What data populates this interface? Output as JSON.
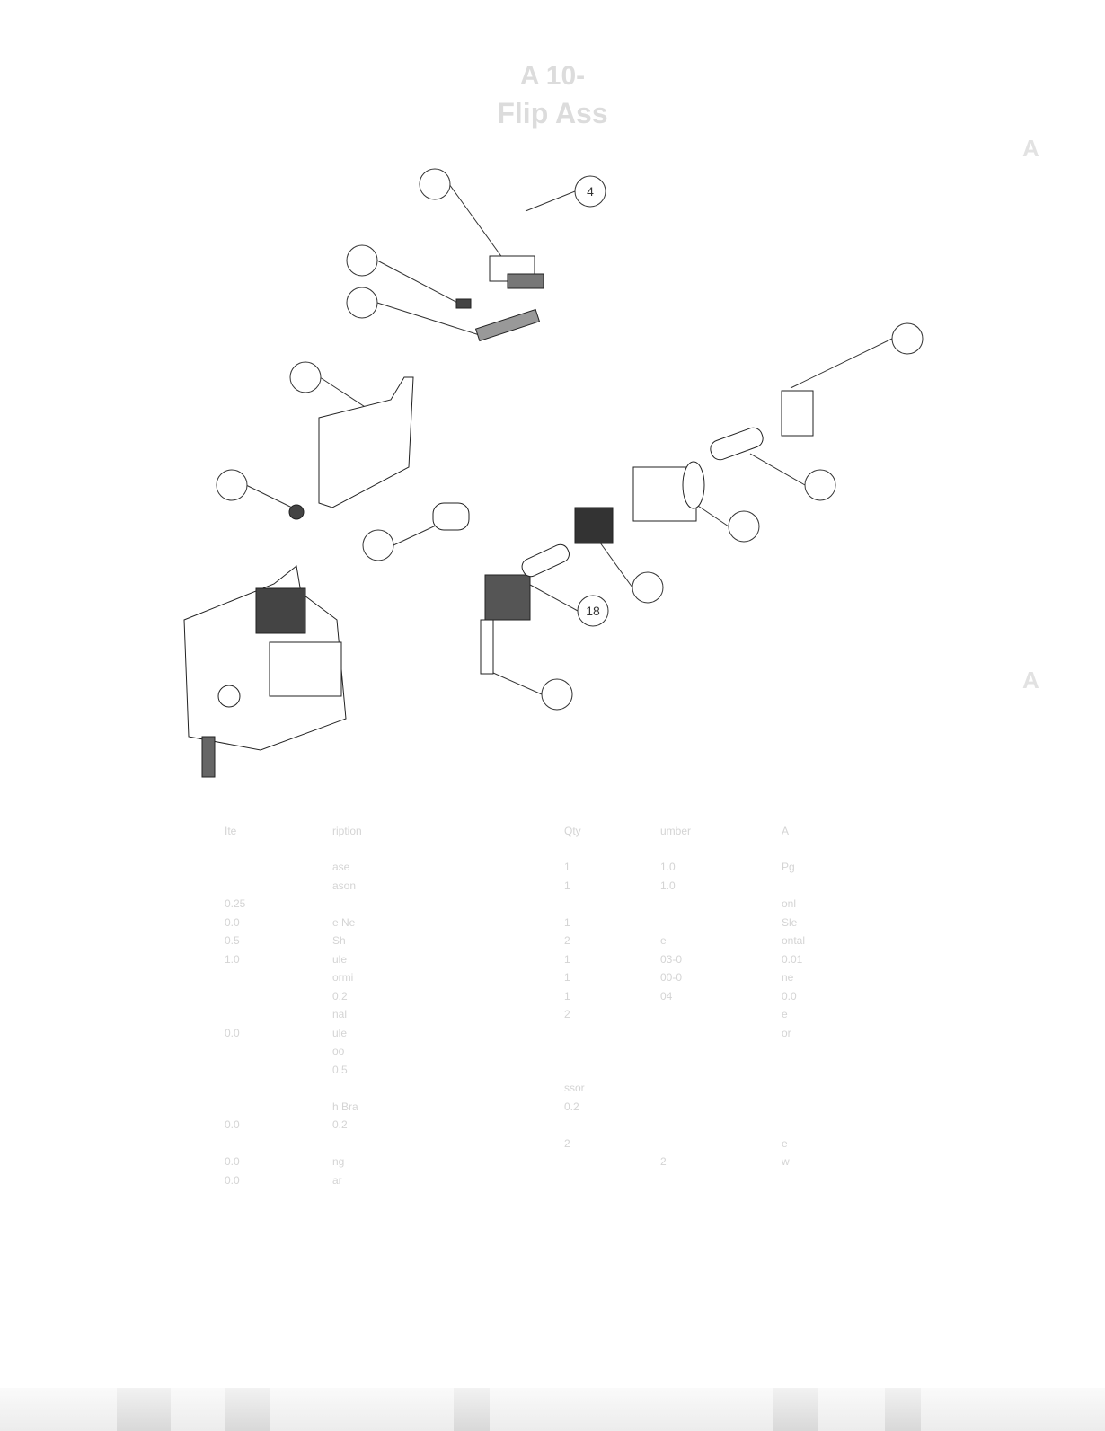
{
  "page": {
    "title_line1": "A        10-",
    "title_line2": "Flip     Ass",
    "side_marks": [
      "A",
      "A"
    ]
  },
  "callouts": [
    {
      "label": ""
    },
    {
      "label": "4"
    },
    {
      "label": ""
    },
    {
      "label": ""
    },
    {
      "label": ""
    },
    {
      "label": ""
    },
    {
      "label": ""
    },
    {
      "label": ""
    },
    {
      "label": ""
    },
    {
      "label": ""
    },
    {
      "label": ""
    },
    {
      "label": "18"
    },
    {
      "label": ""
    }
  ],
  "table": {
    "headers": [
      "Ite",
      "ription",
      "Qty",
      "umber",
      "A"
    ],
    "rows": [
      [
        "",
        "ase",
        "1",
        "1.0",
        "Pg"
      ],
      [
        "",
        "ason",
        "1",
        "1.0",
        ""
      ],
      [
        "0.25",
        "",
        "",
        "",
        "onl"
      ],
      [
        "0.0",
        "e Ne",
        "1",
        "",
        "Sle"
      ],
      [
        "0.5",
        "Sh",
        "2",
        "e",
        "ontal"
      ],
      [
        "1.0",
        "ule",
        "1",
        "03-0",
        "0.01"
      ],
      [
        "",
        "ormi",
        "1",
        "00-0",
        "ne"
      ],
      [
        "",
        "0.2",
        "1",
        "04",
        "0.0"
      ],
      [
        "",
        "nal",
        "2",
        "",
        "e"
      ],
      [
        "0.0",
        "ule",
        "",
        "",
        "or"
      ],
      [
        "",
        "oo",
        "",
        "",
        ""
      ],
      [
        "",
        "0.5",
        "",
        "",
        ""
      ],
      [
        "",
        "",
        "ssor",
        "",
        ""
      ],
      [
        "",
        "h Bra",
        "0.2",
        "",
        ""
      ],
      [
        "0.0",
        "0.2",
        "",
        "",
        ""
      ],
      [
        "",
        "",
        "2",
        "",
        "e"
      ],
      [
        "0.0",
        "ng",
        "",
        "2",
        "w"
      ],
      [
        "0.0",
        "ar",
        "",
        "",
        ""
      ]
    ]
  }
}
